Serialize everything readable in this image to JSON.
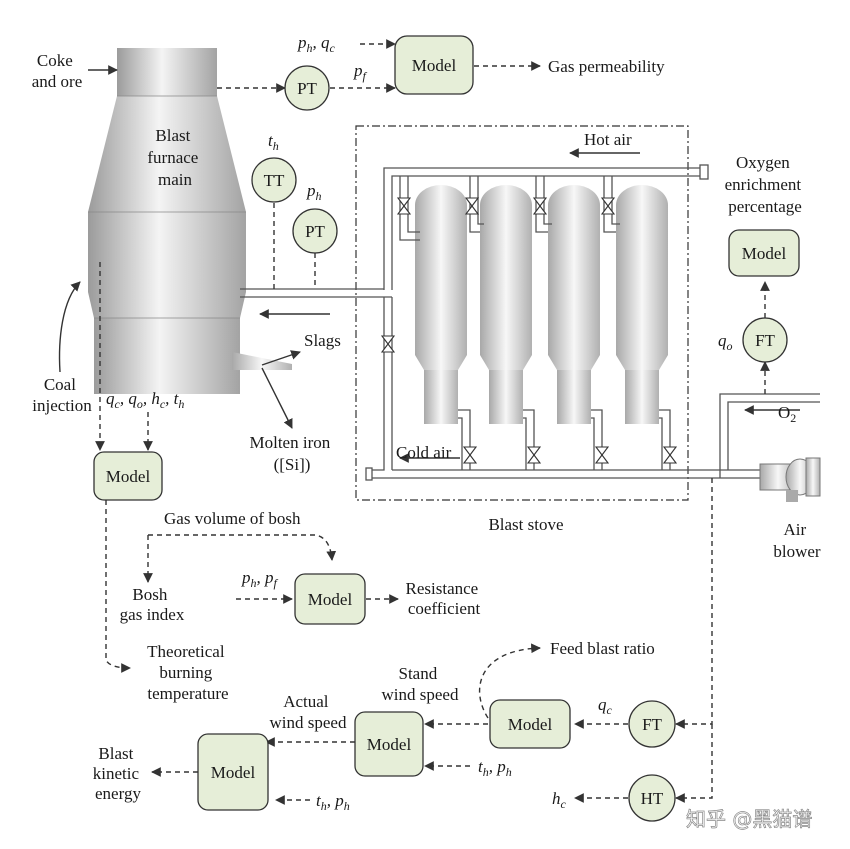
{
  "diagram": {
    "labels": {
      "coke_and_ore": [
        "Coke",
        "and ore"
      ],
      "blast_furnace_main": [
        "Blast",
        "furnace",
        "main"
      ],
      "gas_permeability": "Gas permeability",
      "hot_air": "Hot air",
      "oxygen_enrichment": [
        "Oxygen",
        "enrichment",
        "percentage"
      ],
      "slags": "Slags",
      "coal_injection": [
        "Coal",
        "injection"
      ],
      "molten_iron": [
        "Molten iron",
        "([Si])"
      ],
      "cold_air": "Cold air",
      "o2": "O",
      "o2_sub": "2",
      "blast_stove": "Blast stove",
      "air_blower": [
        "Air",
        "blower"
      ],
      "gas_volume_of_bosh": "Gas volume of bosh",
      "bosh_gas_index": [
        "Bosh",
        "gas index"
      ],
      "resistance_coefficient": [
        "Resistance",
        "coefficient"
      ],
      "theoretical_burning_temperature": [
        "Theoretical",
        "burning",
        "temperature"
      ],
      "feed_blast_ratio": "Feed blast ratio",
      "stand_wind_speed": [
        "Stand",
        "wind speed"
      ],
      "actual_wind_speed": [
        "Actual",
        "wind speed"
      ],
      "blast_kinetic_energy": [
        "Blast",
        "kinetic",
        "energy"
      ]
    },
    "models": {
      "model_label": "Model"
    },
    "instruments": {
      "pt": "PT",
      "tt": "TT",
      "ft": "FT",
      "ht": "HT"
    },
    "variables": {
      "ph_qc_1": "p",
      "ph_qc_2": "h",
      "ph_qc_3": ", q",
      "ph_qc_4": "c",
      "pf_1": "p",
      "pf_2": "f",
      "th_1": "t",
      "th_2": "h",
      "ph_1": "p",
      "ph_2": "h",
      "qo_1": "q",
      "qo_2": "o",
      "model_inputs": [
        "q",
        "c",
        ", q",
        "o",
        ", h",
        "c",
        ", t",
        "h"
      ],
      "ph_pf": [
        "p",
        "h",
        ", p",
        "f"
      ],
      "qc_1": "q",
      "qc_2": "c",
      "th_ph": [
        "t",
        "h",
        ", p",
        "h"
      ],
      "hc_1": "h",
      "hc_2": "c"
    },
    "watermark": "知乎 @黑猫谱"
  },
  "colors": {
    "model_fill": "#e6eed8",
    "line": "#333333",
    "metal_dark": "#9a9a9a",
    "metal_light": "#f2f2f2"
  }
}
